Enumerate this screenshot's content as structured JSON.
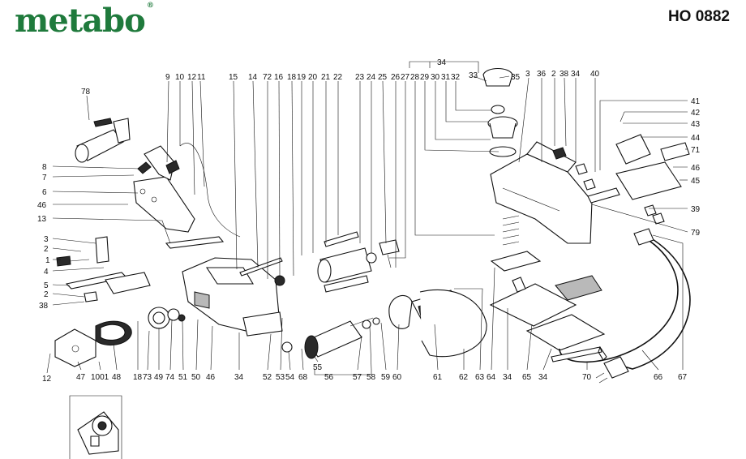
{
  "brand": {
    "logo_text": "metabo",
    "registered": "®",
    "model": "HO 0882"
  },
  "colors": {
    "brand_green": "#1f7a3c",
    "ink": "#111111"
  },
  "labels": {
    "l78": "78",
    "l8": "8",
    "l7": "7",
    "l6": "6",
    "l46a": "46",
    "l13": "13",
    "l3a": "3",
    "l2a": "2",
    "l1": "1",
    "l4": "4",
    "l5": "5",
    "l2b": "2",
    "l38a": "38",
    "l9": "9",
    "l10": "10",
    "l12a": "12",
    "l11": "11",
    "l15": "15",
    "l14": "14",
    "l72": "72",
    "l16": "16",
    "l18a": "18",
    "l19": "19",
    "l20": "20",
    "l21": "21",
    "l22": "22",
    "l23": "23",
    "l24": "24",
    "l25": "25",
    "l26": "26",
    "l27": "27",
    "l28": "28",
    "l29": "29",
    "l30": "30",
    "l31": "31",
    "l32": "32",
    "l34top": "34",
    "l33": "33",
    "l35": "35",
    "l3b": "3",
    "l36": "36",
    "l2c": "2",
    "l38b": "38",
    "l34r": "34",
    "l40": "40",
    "l41": "41",
    "l42": "42",
    "l43": "43",
    "l44": "44",
    "l71": "71",
    "l46b": "46",
    "l45": "45",
    "l39": "39",
    "l79": "79",
    "l12b": "12",
    "l47": "47",
    "l1001": "1001",
    "l48": "48",
    "l18b": "18",
    "l73": "73",
    "l49": "49",
    "l74": "74",
    "l51": "51",
    "l50": "50",
    "l46c": "46",
    "l34a": "34",
    "l52": "52",
    "l53": "53",
    "l54": "54",
    "l68": "68",
    "l55": "55",
    "l56": "56",
    "l57": "57",
    "l58": "58",
    "l59": "59",
    "l60": "60",
    "l61": "61",
    "l62": "62",
    "l63": "63",
    "l64": "64",
    "l34b": "34",
    "l65": "65",
    "l34c": "34",
    "l70": "70",
    "l66": "66",
    "l67": "67"
  }
}
